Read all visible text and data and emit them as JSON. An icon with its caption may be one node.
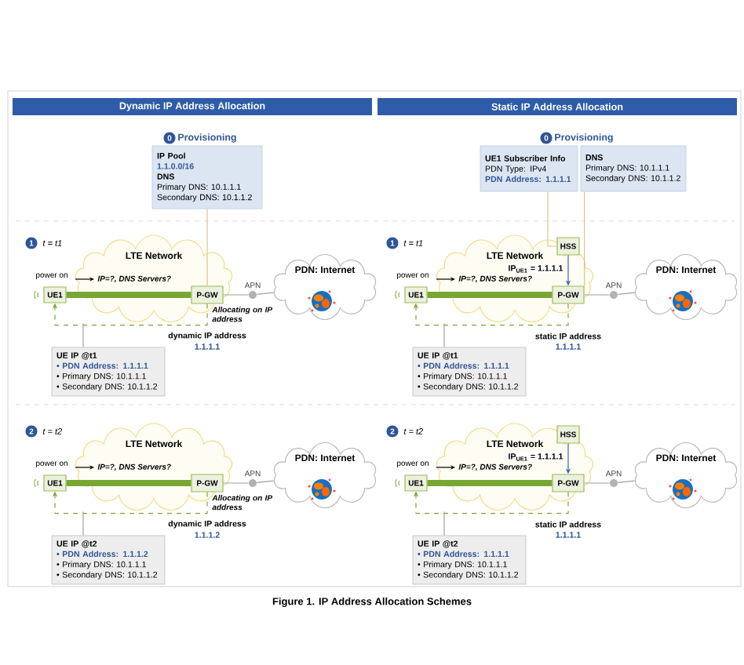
{
  "diagram": {
    "caption": "Figure 1. IP Address Allocation Schemes",
    "nodes": [
      {
        "text": [
          "Dynamic IP Address Allocation"
        ]
      },
      {
        "text": [
          "Static IP Address Allocation"
        ]
      },
      {
        "text": [
          "IP Pool",
          "1.1.0.0/16",
          "DNS",
          "Primary DNS: 10.1.1.1",
          "Secondary DNS: 10.1.1.2"
        ]
      },
      {
        "text": [
          "UE1 Subscriber Info",
          "PDN Type: IPv4",
          "PDN Address: 1.1.1.1"
        ]
      },
      {
        "text": [
          "DNS",
          "Primary DNS: 10.1.1.1",
          "Secondary DNS: 10.1.1.2"
        ]
      },
      {
        "text": [
          "LTE Network"
        ]
      },
      {
        "text": [
          "UE1"
        ],
        "beside": [
          "power on"
        ]
      },
      {
        "text": [
          "P-GW"
        ],
        "beside": [
          "Allocating on IP address"
        ],
        "in": 5
      },
      {
        "text": [],
        "shape": "circle",
        "beside": [
          "APN"
        ]
      },
      {
        "text": [
          "PDN: Internet"
        ]
      },
      {
        "text": [
          "UE IP @t1",
          "• PDN Address: 1.1.1.1",
          "• Primary DNS: 10.1.1.1",
          "• Secondary DNS: 10.1.1.2"
        ]
      },
      {
        "text": [
          "LTE Network"
        ]
      },
      {
        "text": [
          "HSS"
        ],
        "in": 11
      },
      {
        "text": [
          "UE1"
        ],
        "beside": [
          "power on"
        ]
      },
      {
        "text": [
          "P-GW"
        ],
        "in": 11
      },
      {
        "text": [],
        "shape": "circle",
        "beside": [
          "APN"
        ]
      },
      {
        "text": [
          "PDN: Internet"
        ]
      },
      {
        "text": [
          "UE IP @t1",
          "• PDN Address: 1.1.1.1",
          "• Primary DNS: 10.1.1.1",
          "• Secondary DNS: 10.1.1.2"
        ]
      },
      {
        "text": [
          "LTE Network"
        ]
      },
      {
        "text": [
          "UE1"
        ],
        "beside": [
          "power on"
        ]
      },
      {
        "text": [
          "P-GW"
        ],
        "beside": [
          "Allocating on IP address"
        ],
        "in": 18
      },
      {
        "text": [],
        "shape": "circle",
        "beside": [
          "APN"
        ]
      },
      {
        "text": [
          "PDN: Internet"
        ]
      },
      {
        "text": [
          "UE IP @t2",
          "• PDN Address: 1.1.1.2",
          "• Primary DNS: 10.1.1.1",
          "• Secondary DNS: 10.1.1.2"
        ]
      },
      {
        "text": [
          "LTE Network"
        ]
      },
      {
        "text": [
          "HSS"
        ],
        "in": 24
      },
      {
        "text": [
          "UE1"
        ],
        "beside": [
          "power on"
        ]
      },
      {
        "text": [
          "P-GW"
        ],
        "in": 24
      },
      {
        "text": [],
        "shape": "circle",
        "beside": [
          "APN"
        ]
      },
      {
        "text": [
          "PDN: Internet"
        ]
      },
      {
        "text": [
          "UE IP @t2",
          "• PDN Address: 1.1.1.1",
          "• Primary DNS: 10.1.1.1",
          "• Secondary DNS: 10.1.1.2"
        ]
      }
    ],
    "edges": [
      {
        "from": 2,
        "to": 7,
        "arrow": "none",
        "color": "#d6c78a"
      },
      {
        "from": 6,
        "to": 7,
        "arrow": "none",
        "style": "thick",
        "color": "#77a632"
      },
      {
        "from": 7,
        "to": 8,
        "arrow": "none"
      },
      {
        "from": 8,
        "to": 9,
        "arrow": "none"
      },
      {
        "from": 7,
        "to": 6,
        "arrow": "to",
        "style": "dashed",
        "color": "#77a632",
        "label": "dynamic IP address"
      },
      {
        "from": 10,
        "to": null,
        "arrow": "none"
      },
      {
        "from": 3,
        "to": 12,
        "arrow": "none",
        "color": "#d6c78a"
      },
      {
        "from": 4,
        "to": 14,
        "arrow": "none",
        "color": "#d6c78a"
      },
      {
        "from": 12,
        "to": 14,
        "arrow": "to",
        "color": "#3a66b0",
        "label": "IP$_{UE1}$ = 1.1.1.1"
      },
      {
        "from": 13,
        "to": 14,
        "arrow": "none",
        "style": "thick",
        "color": "#77a632"
      },
      {
        "from": 14,
        "to": 15,
        "arrow": "none"
      },
      {
        "from": 15,
        "to": 16,
        "arrow": "none"
      },
      {
        "from": 14,
        "to": 13,
        "arrow": "to",
        "style": "dashed",
        "color": "#77a632",
        "label": "static IP address"
      },
      {
        "from": 17,
        "to": null,
        "arrow": "none"
      },
      {
        "from": 19,
        "to": 20,
        "arrow": "none",
        "style": "thick",
        "color": "#77a632"
      },
      {
        "from": 20,
        "to": 21,
        "arrow": "none"
      },
      {
        "from": 21,
        "to": 22,
        "arrow": "none"
      },
      {
        "from": 20,
        "to": 19,
        "arrow": "to",
        "style": "dashed",
        "color": "#77a632",
        "label": "dynamic IP address"
      },
      {
        "from": 23,
        "to": null,
        "arrow": "none"
      },
      {
        "from": 25,
        "to": 27,
        "arrow": "to",
        "color": "#3a66b0",
        "label": "IP$_{UE1}$ = 1.1.1.1"
      },
      {
        "from": 26,
        "to": 27,
        "arrow": "none",
        "style": "thick",
        "color": "#77a632"
      },
      {
        "from": 27,
        "to": 28,
        "arrow": "none"
      },
      {
        "from": 28,
        "to": 29,
        "arrow": "none"
      },
      {
        "from": 27,
        "to": 26,
        "arrow": "to",
        "style": "dashed",
        "color": "#77a632",
        "label": "static IP address"
      },
      {
        "from": 30,
        "to": null,
        "arrow": "none"
      }
    ],
    "labels": [
      "0",
      "Provisioning",
      "0",
      "Provisioning",
      "1",
      "t = t1",
      "IP=?, DNS Servers?",
      "1.1.1.1",
      "1",
      "t = t1",
      "IP=?, DNS Servers?",
      "1.1.1.1",
      "2",
      "t = t2",
      "IP=?, DNS Servers?",
      "1.1.1.2",
      "2",
      "t = t2",
      "IP=?, DNS Servers?",
      "1.1.1.1"
    ]
  }
}
